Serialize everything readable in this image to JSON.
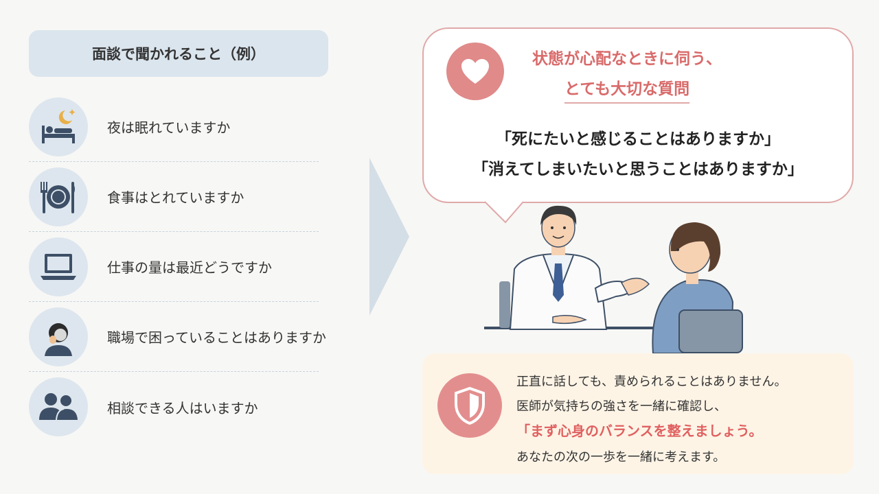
{
  "header": {
    "title": "面談で聞かれること（例）"
  },
  "questions": [
    {
      "icon": "sleep-bed-moon-icon",
      "text": "夜は眠れていますか"
    },
    {
      "icon": "meal-plate-icon",
      "text": "食事はとれていますか"
    },
    {
      "icon": "laptop-icon",
      "text": "仕事の量は最近どうですか"
    },
    {
      "icon": "worried-person-icon",
      "text": "職場で困っていることはありますか"
    },
    {
      "icon": "two-people-icon",
      "text": "相談できる人はいますか"
    }
  ],
  "bubble": {
    "icon": "heart-icon",
    "heading_line1": "状態が心配なときに伺う、",
    "heading_line2": "とても大切な質問",
    "quote1": "「死にたいと感じることはありますか」",
    "quote2": "「消えてしまいたいと思うことはありますか」"
  },
  "illustration": {
    "icon": "doctor-patient-consultation-icon"
  },
  "reassurance": {
    "icon": "shield-icon",
    "line1": "正直に話しても、責められることはありません。",
    "line2": "医師が気持ちの強さを一緒に確認し、",
    "line3": "「まず心身のバランスを整えましょう。",
    "line4": "あなたの次の一歩を一緒に考えます。"
  },
  "colors": {
    "accent": "#d96a6a",
    "pill": "#dbe5ee",
    "icon_bg": "#dde6ee",
    "navy": "#3d4f66",
    "warm_bg": "#fdf4e6"
  }
}
